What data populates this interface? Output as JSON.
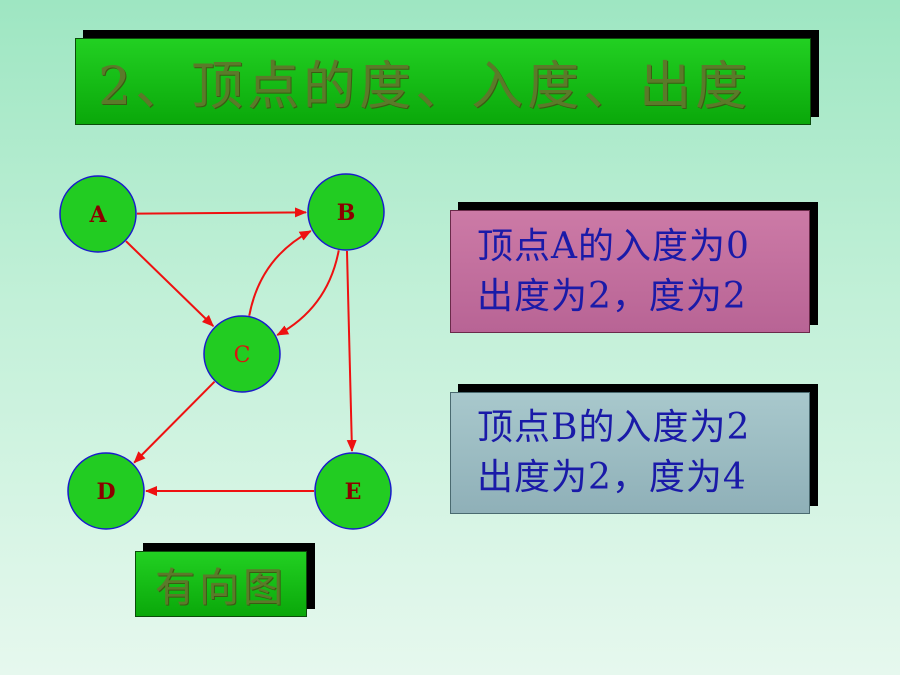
{
  "title": "2、顶点的度、入度、出度",
  "graph": {
    "nodes": [
      {
        "id": "A",
        "label": "A",
        "label_color": "#8b0000",
        "bold": true
      },
      {
        "id": "B",
        "label": "B",
        "label_color": "#8b0000",
        "bold": true
      },
      {
        "id": "C",
        "label": "C",
        "label_color": "#dd1111",
        "bold": false
      },
      {
        "id": "D",
        "label": "D",
        "label_color": "#8b0000",
        "bold": true
      },
      {
        "id": "E",
        "label": "E",
        "label_color": "#8b0000",
        "bold": true
      }
    ],
    "edges": [
      {
        "from": "A",
        "to": "B"
      },
      {
        "from": "A",
        "to": "C"
      },
      {
        "from": "B",
        "to": "C"
      },
      {
        "from": "C",
        "to": "B"
      },
      {
        "from": "B",
        "to": "E"
      },
      {
        "from": "C",
        "to": "D"
      },
      {
        "from": "E",
        "to": "D"
      }
    ],
    "colors": {
      "node_fill": "#22cc22",
      "node_stroke": "#1a1acc",
      "edge": "#ee1111"
    }
  },
  "info_a": {
    "line1": "顶点A的入度为0",
    "line2": "出度为2，度为2"
  },
  "info_b": {
    "line1": "顶点B的入度为2",
    "line2": "出度为2，度为4"
  },
  "graph_label": "有向图"
}
